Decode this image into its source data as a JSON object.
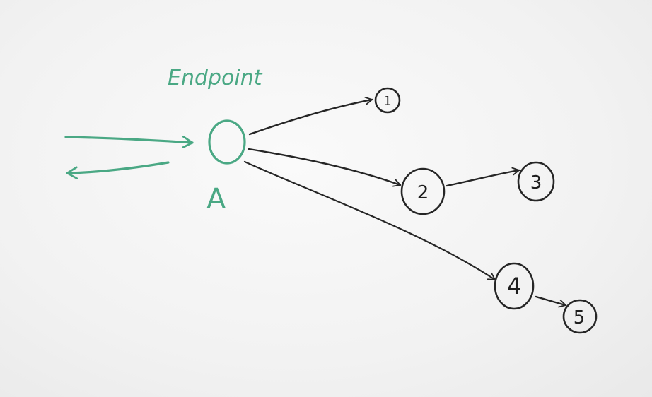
{
  "diagram": {
    "title_label": "Endpoint",
    "endpoint_node": {
      "id": "A",
      "label": "A"
    },
    "nodes": [
      {
        "id": "1",
        "label": "1"
      },
      {
        "id": "2",
        "label": "2"
      },
      {
        "id": "3",
        "label": "3"
      },
      {
        "id": "4",
        "label": "4"
      },
      {
        "id": "5",
        "label": "5"
      }
    ],
    "edges": [
      {
        "from": "A",
        "to": "1"
      },
      {
        "from": "A",
        "to": "2"
      },
      {
        "from": "A",
        "to": "4"
      },
      {
        "from": "2",
        "to": "3"
      },
      {
        "from": "4",
        "to": "5"
      }
    ],
    "colors": {
      "endpoint_ink": "#4aa884",
      "node_ink": "#262626",
      "background": "#f4f4f4"
    }
  }
}
